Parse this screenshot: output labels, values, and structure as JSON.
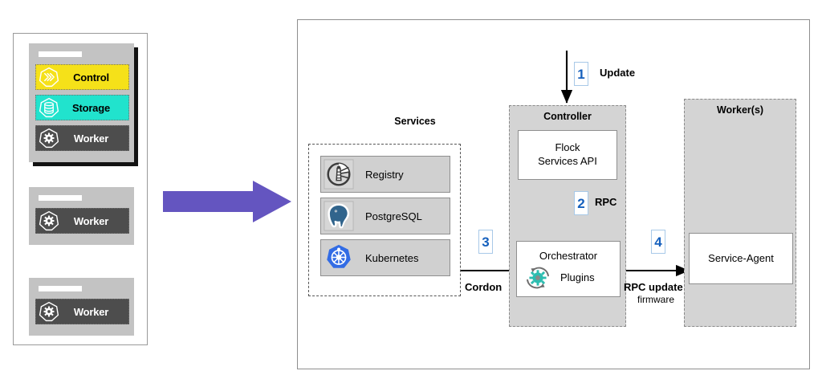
{
  "cluster_panel": {
    "name": "cluster-nodes",
    "nodes": [
      {
        "roles": [
          {
            "label": "Control",
            "icon": "chevrons-heptagon-icon",
            "color": "#f5e119"
          },
          {
            "label": "Storage",
            "icon": "database-heptagon-icon",
            "color": "#21e3cd"
          },
          {
            "label": "Worker",
            "icon": "gear-heptagon-icon",
            "color": "#4d4d4d"
          }
        ]
      },
      {
        "roles": [
          {
            "label": "Worker",
            "icon": "gear-heptagon-icon",
            "color": "#4d4d4d"
          }
        ]
      },
      {
        "roles": [
          {
            "label": "Worker",
            "icon": "gear-heptagon-icon",
            "color": "#4d4d4d"
          }
        ]
      }
    ],
    "ellipsis_icon": "vertical-ellipsis-icon",
    "ellipsis_color": "#f4545a"
  },
  "transition": {
    "icon": "right-arrow-icon",
    "color": "#6455c0"
  },
  "diagram": {
    "services": {
      "title": "Services",
      "items": [
        {
          "label": "Registry",
          "icon": "harbor-registry-icon"
        },
        {
          "label": "PostgreSQL",
          "icon": "postgresql-elephant-icon"
        },
        {
          "label": "Kubernetes",
          "icon": "kubernetes-helm-icon"
        }
      ]
    },
    "controller": {
      "title": "Controller",
      "flock_api": {
        "line1": "Flock",
        "line2": "Services API"
      },
      "orchestrator": {
        "title": "Orchestrator",
        "plugins_label": "Plugins",
        "gear_icon": "plugins-gear-icon"
      }
    },
    "workers": {
      "title": "Worker(s)",
      "service_agent": "Service-Agent"
    },
    "steps": [
      {
        "number": "1",
        "label": "Update",
        "sublabel": ""
      },
      {
        "number": "2",
        "label": "RPC",
        "sublabel": ""
      },
      {
        "number": "3",
        "label": "Cordon",
        "sublabel": ""
      },
      {
        "number": "4",
        "label": "RPC update",
        "sublabel": "firmware"
      }
    ],
    "accent_color": "#1560bd"
  }
}
